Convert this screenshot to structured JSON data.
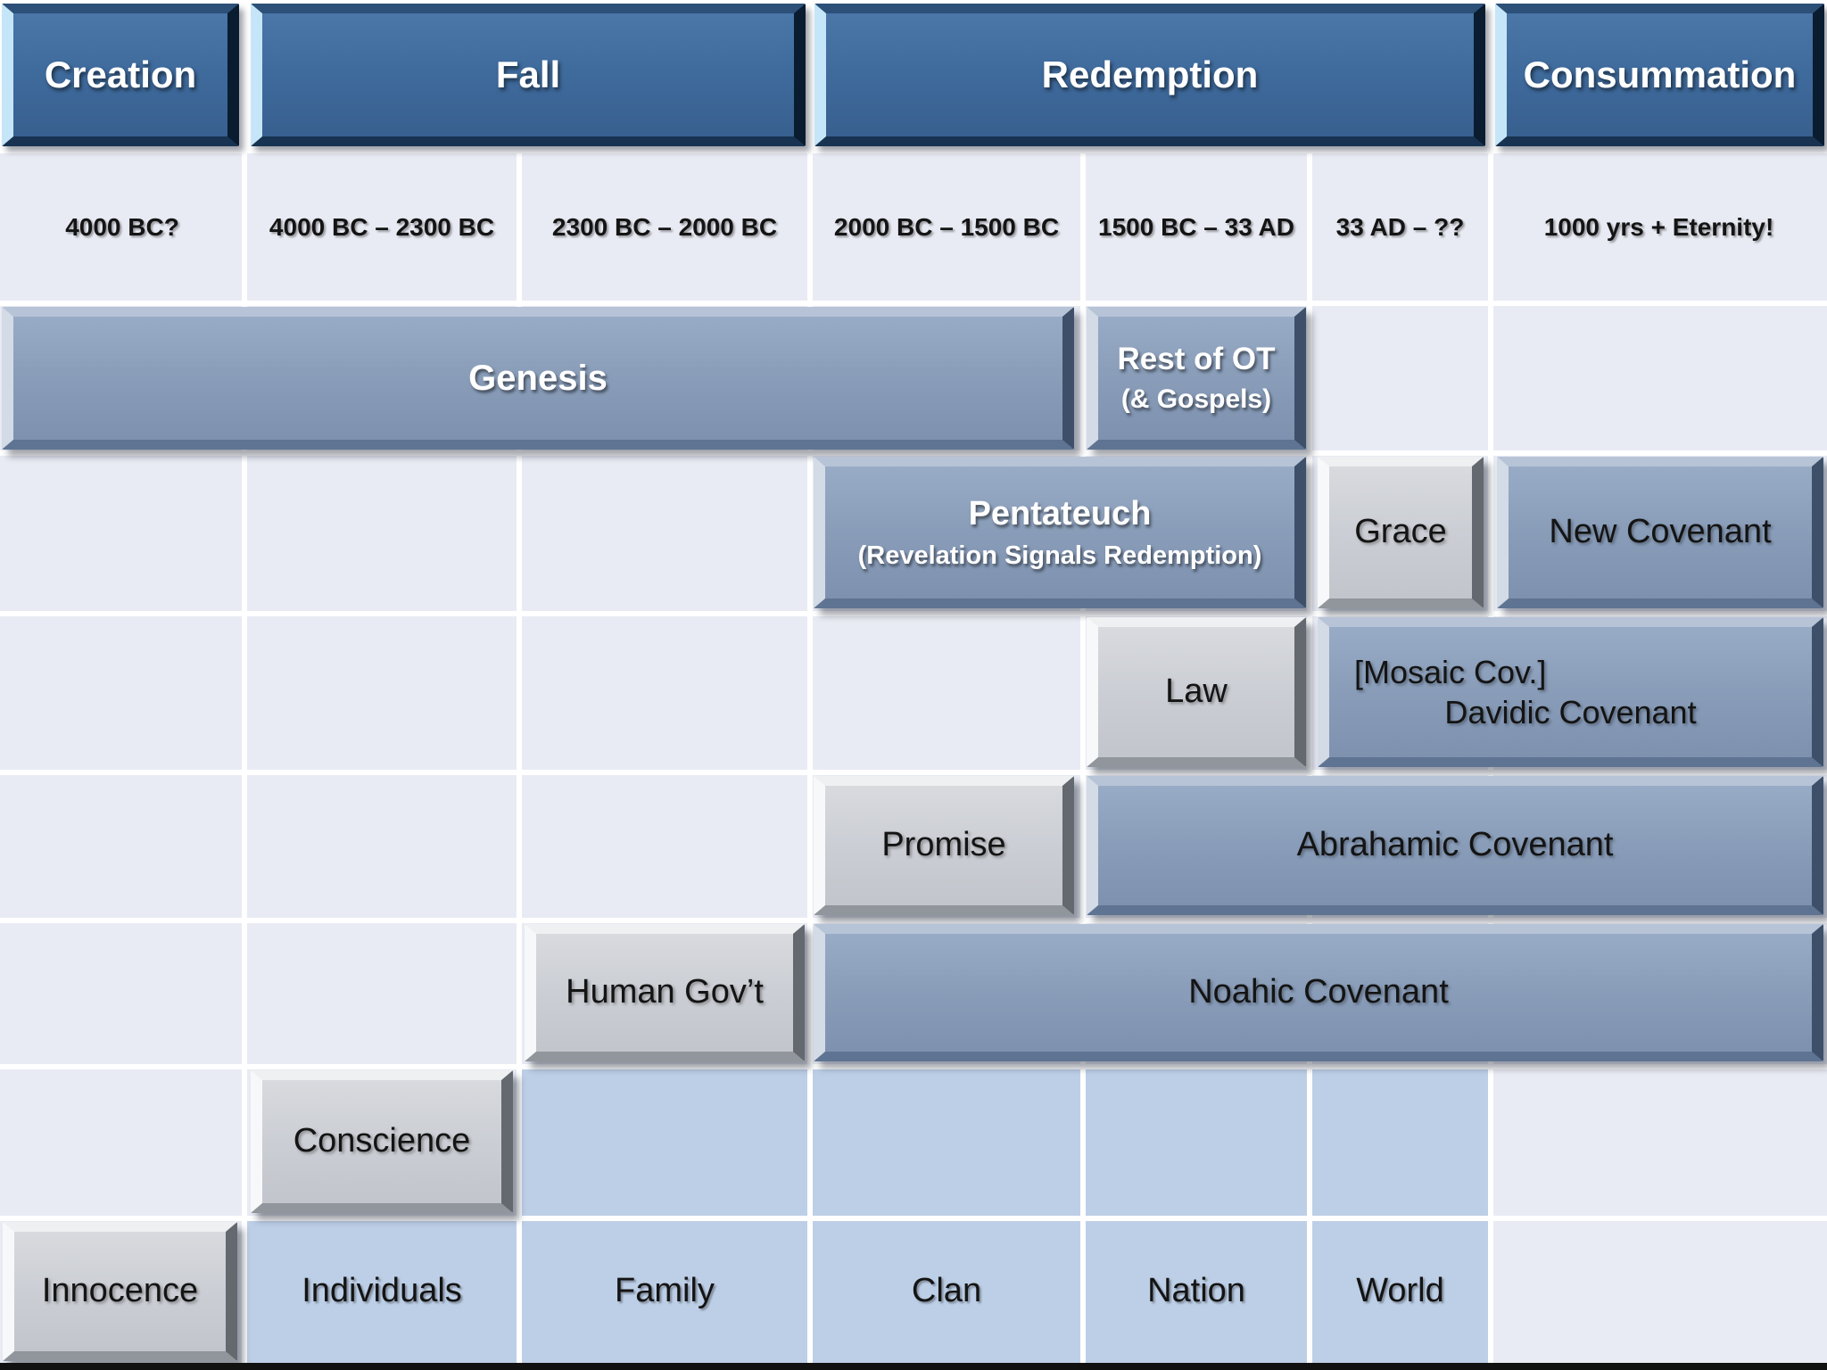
{
  "slide": {
    "eras": [
      "Creation",
      "Fall",
      "Redemption",
      "Consummation"
    ],
    "periods": [
      "4000 BC?",
      "4000 BC – 2300 BC",
      "2300 BC – 2000 BC",
      "2000 BC – 1500 BC",
      "1500 BC – 33 AD",
      "33 AD – ??",
      "1000 yrs + Eternity!"
    ],
    "scripture": {
      "genesis": "Genesis",
      "rest_of_ot": "Rest of OT",
      "rest_of_ot_sub": "(& Gospels)",
      "pentateuch": "Pentateuch",
      "pentateuch_sub": "(Revelation Signals Redemption)"
    },
    "dispensations": {
      "innocence": "Innocence",
      "conscience": "Conscience",
      "human_govt": "Human Gov’t",
      "promise": "Promise",
      "law": "Law",
      "grace": "Grace"
    },
    "covenants": {
      "noahic": "Noahic Covenant",
      "abrahamic": "Abrahamic Covenant",
      "mosaic": "[Mosaic Cov.]",
      "davidic": "Davidic Covenant",
      "new_covenant": "New Covenant"
    },
    "scopes": [
      "Individuals",
      "Family",
      "Clan",
      "Nation",
      "World"
    ],
    "colors": {
      "era_blue": "#3f6b9d",
      "covenant_blue": "#8a9eba",
      "dispensation_gray": "#cbced4",
      "scope_cell_blue": "#bdcfe7",
      "grid_background": "#e9ebf4"
    }
  }
}
